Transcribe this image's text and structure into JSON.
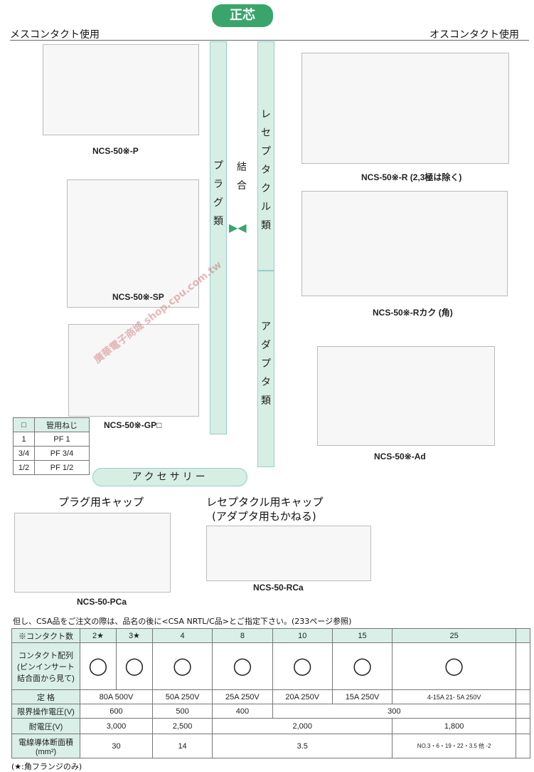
{
  "header": {
    "badge": "正芯",
    "left_title": "メスコンタクト使用",
    "right_title": "オスコンタクト使用"
  },
  "categories": {
    "plug": "プラグ類",
    "join": "結合",
    "receptacle": "レセプタクル類",
    "adapter": "アダプタ類"
  },
  "models": {
    "p": "NCS-50※-P",
    "sp": "NCS-50※-SP",
    "gp": "NCS-50※-GP□",
    "r": "NCS-50※-R (2,3極は除く)",
    "rk": "NCS-50※-Rカク (角)",
    "ad": "NCS-50※-Ad",
    "pca": "NCS-50-PCa",
    "rca": "NCS-50-RCa"
  },
  "pipe_table": {
    "header": [
      "□",
      "管用ねじ"
    ],
    "rows": [
      [
        "1",
        "PF 1"
      ],
      [
        "3/4",
        "PF 3/4"
      ],
      [
        "1/2",
        "PF 1/2"
      ]
    ]
  },
  "accessory": {
    "title": "アクセサリー",
    "plug_cap": "プラグ用キャップ",
    "rec_cap": "レセプタクル用キャップ",
    "rec_cap_note": "(アダプタ用もかねる)"
  },
  "note": "但し、CSA品をご注文の際は、品名の後に<CSA NRTL/C品>とご指定下さい。(233ページ参照)",
  "spec": {
    "contacts_label": "※コンタクト数",
    "contacts": [
      "2★",
      "3★",
      "4",
      "8",
      "10",
      "15",
      "25"
    ],
    "layout_label": "コンタクト配列 (ピンインサート結合面から見て)",
    "rated_label": "定 格",
    "rated": [
      "80A 500V",
      "50A 250V",
      "25A 250V",
      "20A 250V",
      "15A 250V",
      "4-15A 21- 5A 250V"
    ],
    "limit_label": "限界操作電圧(V)",
    "limit": [
      "600",
      "500",
      "400",
      "300"
    ],
    "withstand_label": "耐電圧(V)",
    "withstand": [
      "3,000",
      "2,500",
      "2,000",
      "1,800"
    ],
    "wire_label": "電線導体断面積 (mm²)",
    "wire": [
      "30",
      "14",
      "3.5",
      "NO.3・6・19・22・3.5 他 -2"
    ]
  },
  "footnote": "(★:角フランジのみ)",
  "watermark": "廣華電子商城 shop.cpu.com.tw"
}
